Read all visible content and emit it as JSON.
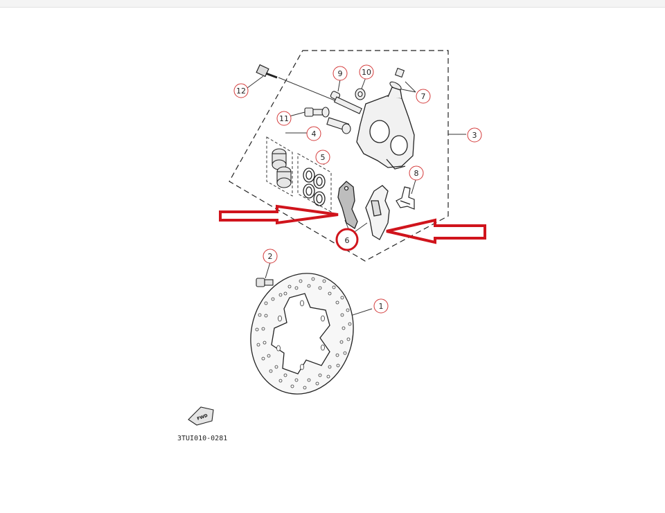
{
  "diagram": {
    "callouts": {
      "c1": "1",
      "c2": "2",
      "c3": "3",
      "c4": "4",
      "c5": "5",
      "c6": "6",
      "c7": "7",
      "c8": "8",
      "c9": "9",
      "c10": "10",
      "c11": "11",
      "c12": "12"
    },
    "fwd_label": "FWD",
    "diagram_code": "3TUI010-0281",
    "highlight_color": "#d0141c",
    "callout_circle_color": "#d43a3a"
  }
}
